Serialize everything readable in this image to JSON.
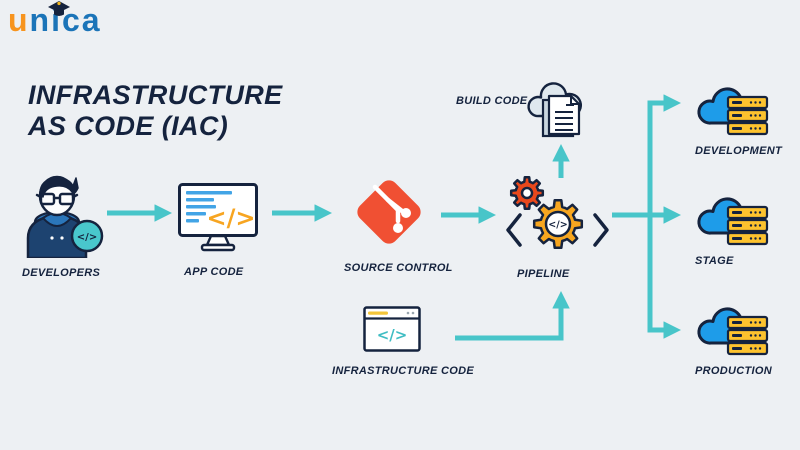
{
  "logo": {
    "brand_first_letter": "u",
    "brand_rest": "nica",
    "brand": "unica"
  },
  "title": {
    "line1": "INFRASTRUCTURE",
    "line2": "AS CODE (IAC)"
  },
  "glyphs": {
    "code": "</>"
  },
  "nodes": {
    "developers": {
      "label": "DEVELOPERS"
    },
    "app_code": {
      "label": "APP CODE"
    },
    "source_control": {
      "label": "SOURCE CONTROL"
    },
    "pipeline": {
      "label": "PIPELINE"
    },
    "build_code": {
      "label": "BUILD CODE"
    },
    "infrastructure_code": {
      "label": "INFRASTRUCTURE CODE"
    },
    "development": {
      "label": "DEVELOPMENT"
    },
    "stage": {
      "label": "STAGE"
    },
    "production": {
      "label": "PRODUCTION"
    }
  },
  "edges": [
    {
      "from": "DEVELOPERS",
      "to": "APP CODE"
    },
    {
      "from": "APP CODE",
      "to": "SOURCE CONTROL"
    },
    {
      "from": "SOURCE CONTROL",
      "to": "PIPELINE"
    },
    {
      "from": "PIPELINE",
      "to": "BUILD CODE"
    },
    {
      "from": "INFRASTRUCTURE CODE",
      "to": "PIPELINE"
    },
    {
      "from": "PIPELINE",
      "to": "DEVELOPMENT"
    },
    {
      "from": "PIPELINE",
      "to": "STAGE"
    },
    {
      "from": "PIPELINE",
      "to": "PRODUCTION"
    }
  ],
  "colors": {
    "background": "#edf0f3",
    "ink": "#15233e",
    "arrow": "#48c5c9",
    "git_orange": "#f05033",
    "gear_red": "#e8481c",
    "gear_yellow": "#f7a61f",
    "cloud_blue": "#1e9ce9",
    "server_yellow": "#fdc32e",
    "badge_teal": "#49c7cc",
    "logo_orange": "#f7941e",
    "logo_blue": "#1b74b8",
    "code_blue": "#42a4e6",
    "code_orange": "#f7a521",
    "code_teal": "#3fbdc3",
    "cloud_gray": "#dfe8ee",
    "doc_gray": "#c9d6df",
    "hoodie_dark": "#1d4370",
    "hoodie_light": "#2b76ba"
  }
}
